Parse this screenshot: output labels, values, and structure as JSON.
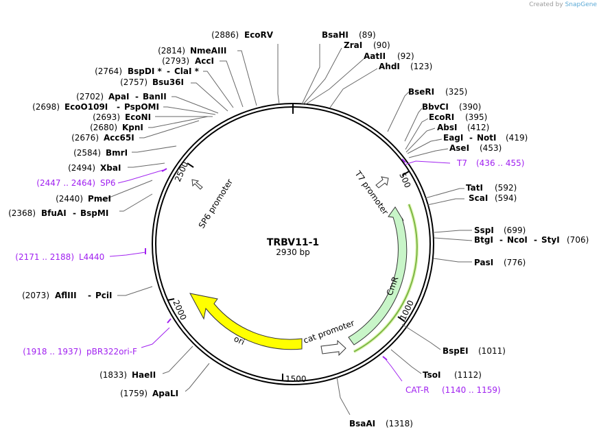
{
  "credit": {
    "prefix": "Created by",
    "brand": "SnapGene"
  },
  "plasmid": {
    "name": "TRBV11-1",
    "length_label": "2930 bp",
    "length": 2930
  },
  "ticks": [
    {
      "pos": 500,
      "label": "500"
    },
    {
      "pos": 1000,
      "label": "1000"
    },
    {
      "pos": 1500,
      "label": "1500"
    },
    {
      "pos": 2000,
      "label": "2000"
    },
    {
      "pos": 2500,
      "label": "2500"
    }
  ],
  "features": [
    {
      "name": "T7 promoter",
      "start": 436,
      "end": 455,
      "kind": "promoter"
    },
    {
      "name": "CmR",
      "start": 616,
      "end": 1275,
      "kind": "cds_green"
    },
    {
      "name": "cat promoter",
      "start": 1276,
      "end": 1380,
      "kind": "promoter"
    },
    {
      "name": "ori",
      "start": 1520,
      "end": 2100,
      "kind": "ori_yellow"
    },
    {
      "name": "SP6 promoter",
      "start": 2447,
      "end": 2464,
      "kind": "promoter"
    }
  ],
  "enzyme_labels": [
    {
      "id": "ecorv",
      "pos_text": "(2886)",
      "names": [
        "EcoRV"
      ]
    },
    {
      "id": "bsahi",
      "pos_text": "(89)",
      "names": [
        "BsaHI"
      ]
    },
    {
      "id": "zrai",
      "pos_text": "(90)",
      "names": [
        "ZraI"
      ]
    },
    {
      "id": "aatii",
      "pos_text": "(92)",
      "names": [
        "AatII"
      ]
    },
    {
      "id": "ahdi",
      "pos_text": "(123)",
      "names": [
        "AhdI"
      ]
    },
    {
      "id": "bseri",
      "pos_text": "(325)",
      "names": [
        "BseRI"
      ]
    },
    {
      "id": "bbvci",
      "pos_text": "(390)",
      "names": [
        "BbvCI"
      ]
    },
    {
      "id": "ecori",
      "pos_text": "(395)",
      "names": [
        "EcoRI"
      ]
    },
    {
      "id": "absi",
      "pos_text": "(412)",
      "names": [
        "AbsI"
      ]
    },
    {
      "id": "eagi",
      "pos_text": "(419)",
      "names": [
        "EagI",
        "NotI"
      ]
    },
    {
      "id": "asei",
      "pos_text": "(453)",
      "names": [
        "AseI"
      ]
    },
    {
      "id": "tati",
      "pos_text": "(592)",
      "names": [
        "TatI"
      ]
    },
    {
      "id": "scai",
      "pos_text": "(594)",
      "names": [
        "ScaI"
      ]
    },
    {
      "id": "sspi",
      "pos_text": "(699)",
      "names": [
        "SspI"
      ]
    },
    {
      "id": "btgi",
      "pos_text": "(706)",
      "names": [
        "BtgI",
        "NcoI",
        "StyI"
      ]
    },
    {
      "id": "pasi",
      "pos_text": "(776)",
      "names": [
        "PasI"
      ]
    },
    {
      "id": "bspei",
      "pos_text": "(1011)",
      "names": [
        "BspEI"
      ]
    },
    {
      "id": "tsoi",
      "pos_text": "(1112)",
      "names": [
        "TsoI"
      ]
    },
    {
      "id": "bsaai",
      "pos_text": "(1318)",
      "names": [
        "BsaAI"
      ]
    },
    {
      "id": "apali",
      "pos_text": "(1759)",
      "names": [
        "ApaLI"
      ]
    },
    {
      "id": "haeii",
      "pos_text": "(1833)",
      "names": [
        "HaeII"
      ]
    },
    {
      "id": "afliii",
      "pos_text": "(2073)",
      "names": [
        "AflIII",
        "PciI"
      ]
    },
    {
      "id": "bfuai",
      "pos_text": "(2368)",
      "names": [
        "BfuAI",
        "BspMI"
      ]
    },
    {
      "id": "pmei",
      "pos_text": "(2440)",
      "names": [
        "PmeI"
      ]
    },
    {
      "id": "xbai",
      "pos_text": "(2494)",
      "names": [
        "XbaI"
      ]
    },
    {
      "id": "bmri",
      "pos_text": "(2584)",
      "names": [
        "BmrI"
      ]
    },
    {
      "id": "acc65i",
      "pos_text": "(2676)",
      "names": [
        "Acc65I"
      ]
    },
    {
      "id": "kpni",
      "pos_text": "(2680)",
      "names": [
        "KpnI"
      ]
    },
    {
      "id": "econi",
      "pos_text": "(2693)",
      "names": [
        "EcoNI"
      ]
    },
    {
      "id": "ecoo109i",
      "pos_text": "(2698)",
      "names": [
        "EcoO109I",
        "PspOMI"
      ]
    },
    {
      "id": "apai",
      "pos_text": "(2702)",
      "names": [
        "ApaI",
        "BanII"
      ]
    },
    {
      "id": "bsu36i",
      "pos_text": "(2757)",
      "names": [
        "Bsu36I"
      ]
    },
    {
      "id": "bspdi",
      "pos_text": "(2764)",
      "names": [
        "BspDI *",
        "ClaI *"
      ]
    },
    {
      "id": "acci",
      "pos_text": "(2793)",
      "names": [
        "AccI"
      ]
    },
    {
      "id": "nmeaiii",
      "pos_text": "(2814)",
      "names": [
        "NmeAIII"
      ]
    }
  ],
  "primer_labels": [
    {
      "id": "t7",
      "name": "T7",
      "range": "(436 .. 455)"
    },
    {
      "id": "catr",
      "name": "CAT-R",
      "range": "(1140 .. 1159)"
    },
    {
      "id": "pbr",
      "name": "pBR322ori-F",
      "range": "(1918 .. 1937)"
    },
    {
      "id": "l4440",
      "name": "L4440",
      "range": "(2171 .. 2188)"
    },
    {
      "id": "sp6",
      "name": "SP6",
      "range": "(2447 .. 2464)"
    }
  ],
  "colors": {
    "enzyme": "#000000",
    "primer": "#a020f0",
    "cmr": "#c8f5c8",
    "ori": "#ffff00",
    "cmr_strand": "#2e7d0f"
  }
}
